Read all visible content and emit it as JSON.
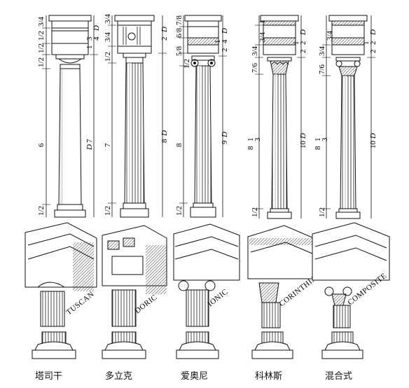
{
  "orders": [
    {
      "key": "tuscan",
      "label_cn": "塔司干",
      "label_en": "TUSCAN",
      "left_dims": [
        "3/4",
        "1/2",
        "1/2",
        "1/2",
        "6",
        "1/2"
      ],
      "right_dims": [
        "1",
        "3",
        "4",
        "7"
      ],
      "right_unit": "D"
    },
    {
      "key": "doric",
      "label_cn": "多立克",
      "label_en": "DORIC",
      "left_dims": [
        "3/4",
        "3/4",
        "1/2",
        "7",
        "1/2"
      ],
      "right_dims": [
        "2",
        "8"
      ],
      "right_unit": "D"
    },
    {
      "key": "ionic",
      "label_cn": "爱奥尼",
      "label_en": "IONIC",
      "left_dims": [
        "7/8",
        "6/8",
        "5/8",
        "1/2",
        "8",
        "1/2"
      ],
      "right_dims": [
        "2",
        "1",
        "4",
        "9"
      ],
      "right_unit": "D"
    },
    {
      "key": "corinthian",
      "label_cn": "科林斯",
      "label_en": "CORINTHIAN",
      "left_dims": [
        "1",
        "3/4",
        "3/4",
        "7/6",
        "8",
        "1",
        "3",
        "1/2"
      ],
      "right_dims": [
        "2",
        "1",
        "2",
        "10"
      ],
      "right_unit": "D"
    },
    {
      "key": "composite",
      "label_cn": "混合式",
      "label_en": "COMPOSITE",
      "left_dims": [
        "3/4",
        "3/4",
        "7/6",
        "8",
        "1",
        "3",
        "1/2"
      ],
      "right_dims": [
        "2",
        "1",
        "2",
        "10"
      ],
      "right_unit": "D"
    }
  ]
}
